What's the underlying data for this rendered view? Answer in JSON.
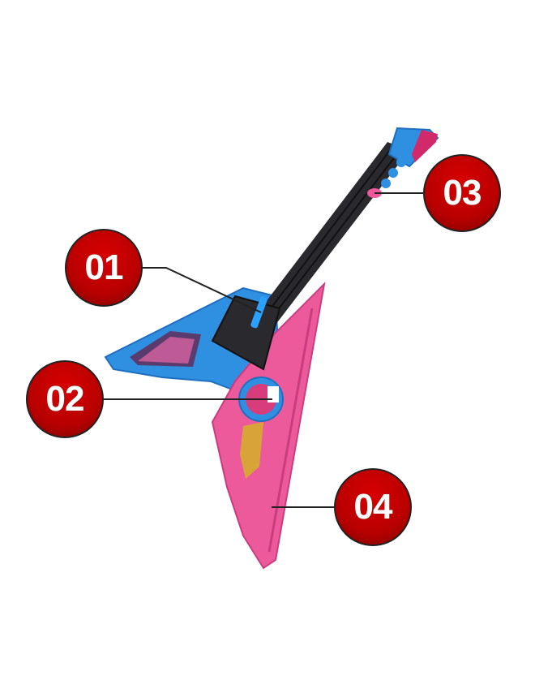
{
  "callouts": [
    {
      "label": "01"
    },
    {
      "label": "02"
    },
    {
      "label": "03"
    },
    {
      "label": "04"
    }
  ],
  "colors": {
    "badge": "#c00000",
    "body_blue": "#2f8fe0",
    "body_pink": "#ec5a9c",
    "neck": "#2a2a2e",
    "accent_gold": "#d8a43a"
  }
}
